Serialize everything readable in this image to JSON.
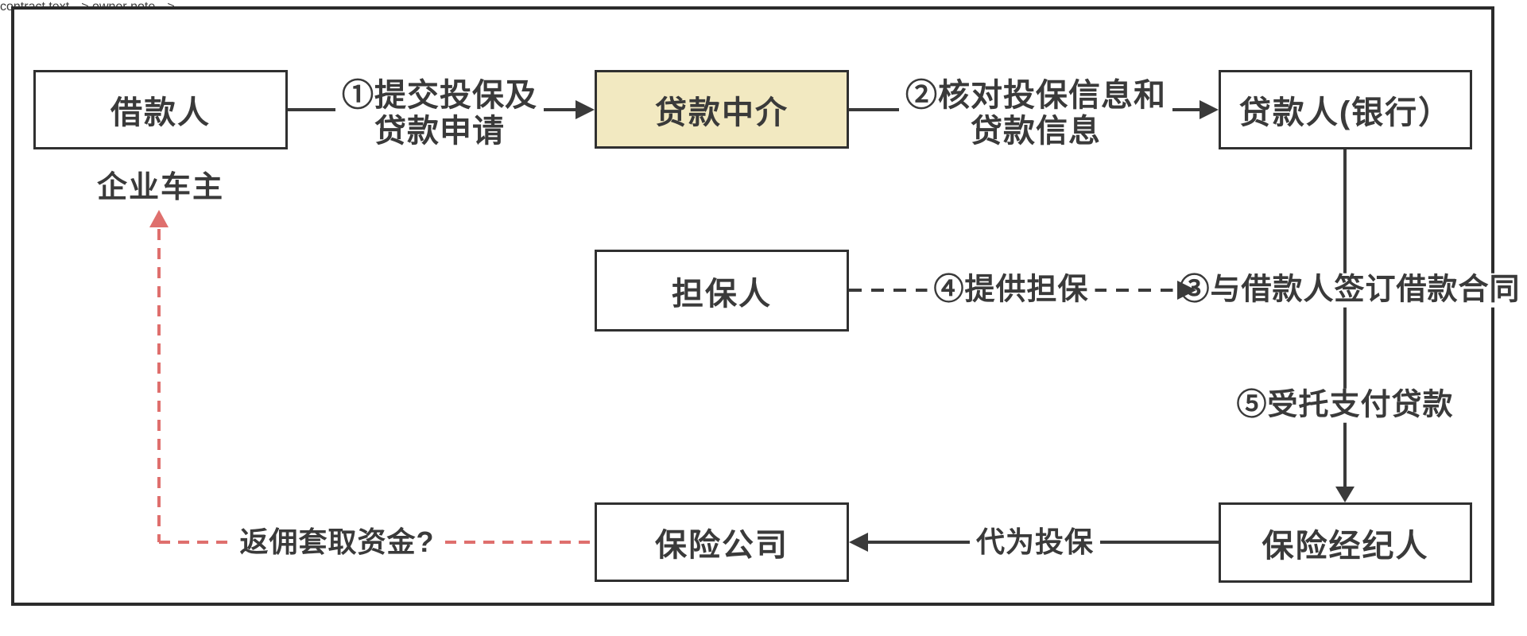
{
  "diagram": {
    "type": "flowchart",
    "language": "zh-CN",
    "colors": {
      "background": "#ffffff",
      "frame_border": "#2b2b2b",
      "box_border": "#303030",
      "box_fill_default": "#ffffff",
      "box_fill_highlight": "#f2e9c1",
      "line_color": "#3a3a3a",
      "red_accent": "#df6f6d",
      "text_color": "#3a3a3a"
    },
    "nodes": {
      "borrower": {
        "label": "借款人"
      },
      "loan_agency": {
        "label": "贷款中介",
        "highlighted": true
      },
      "lender": {
        "label": "贷款人(银行）"
      },
      "guarantor": {
        "label": "担保人"
      },
      "insurance_company": {
        "label": "保险公司"
      },
      "insurance_broker": {
        "label": "保险经纪人"
      }
    },
    "annotations": {
      "owner_note": {
        "label": "企业车主"
      }
    },
    "edges": {
      "e1_submit_application": {
        "from": "borrower",
        "to": "loan_agency",
        "style": "solid-arrow",
        "line1": "①提交投保及",
        "line2": "贷款申请"
      },
      "e2_verify_info": {
        "from": "loan_agency",
        "to": "lender",
        "style": "solid-arrow",
        "line1": "②核对投保信息和",
        "line2": "贷款信息"
      },
      "e3_sign_contract": {
        "on": "lender-to-broker-line",
        "style": "inline-text",
        "label": "③与借款人签订借款合同"
      },
      "e4_provide_guarantee": {
        "from": "guarantor",
        "to": "e3_sign_contract",
        "style": "dashed-arrow",
        "label": "④提供担保"
      },
      "e5_entrusted_payment": {
        "from": "lender",
        "to": "insurance_broker",
        "style": "solid-arrow-down",
        "label": "⑤受托支付贷款"
      },
      "e6_insure_on_behalf": {
        "from": "insurance_broker",
        "to": "insurance_company",
        "style": "solid-arrow",
        "label": "代为投保"
      },
      "e7_rebate_funds": {
        "from": "insurance_company",
        "to": "owner_note",
        "style": "red-dashed-arrow",
        "label": "返佣套取资金?"
      }
    }
  }
}
